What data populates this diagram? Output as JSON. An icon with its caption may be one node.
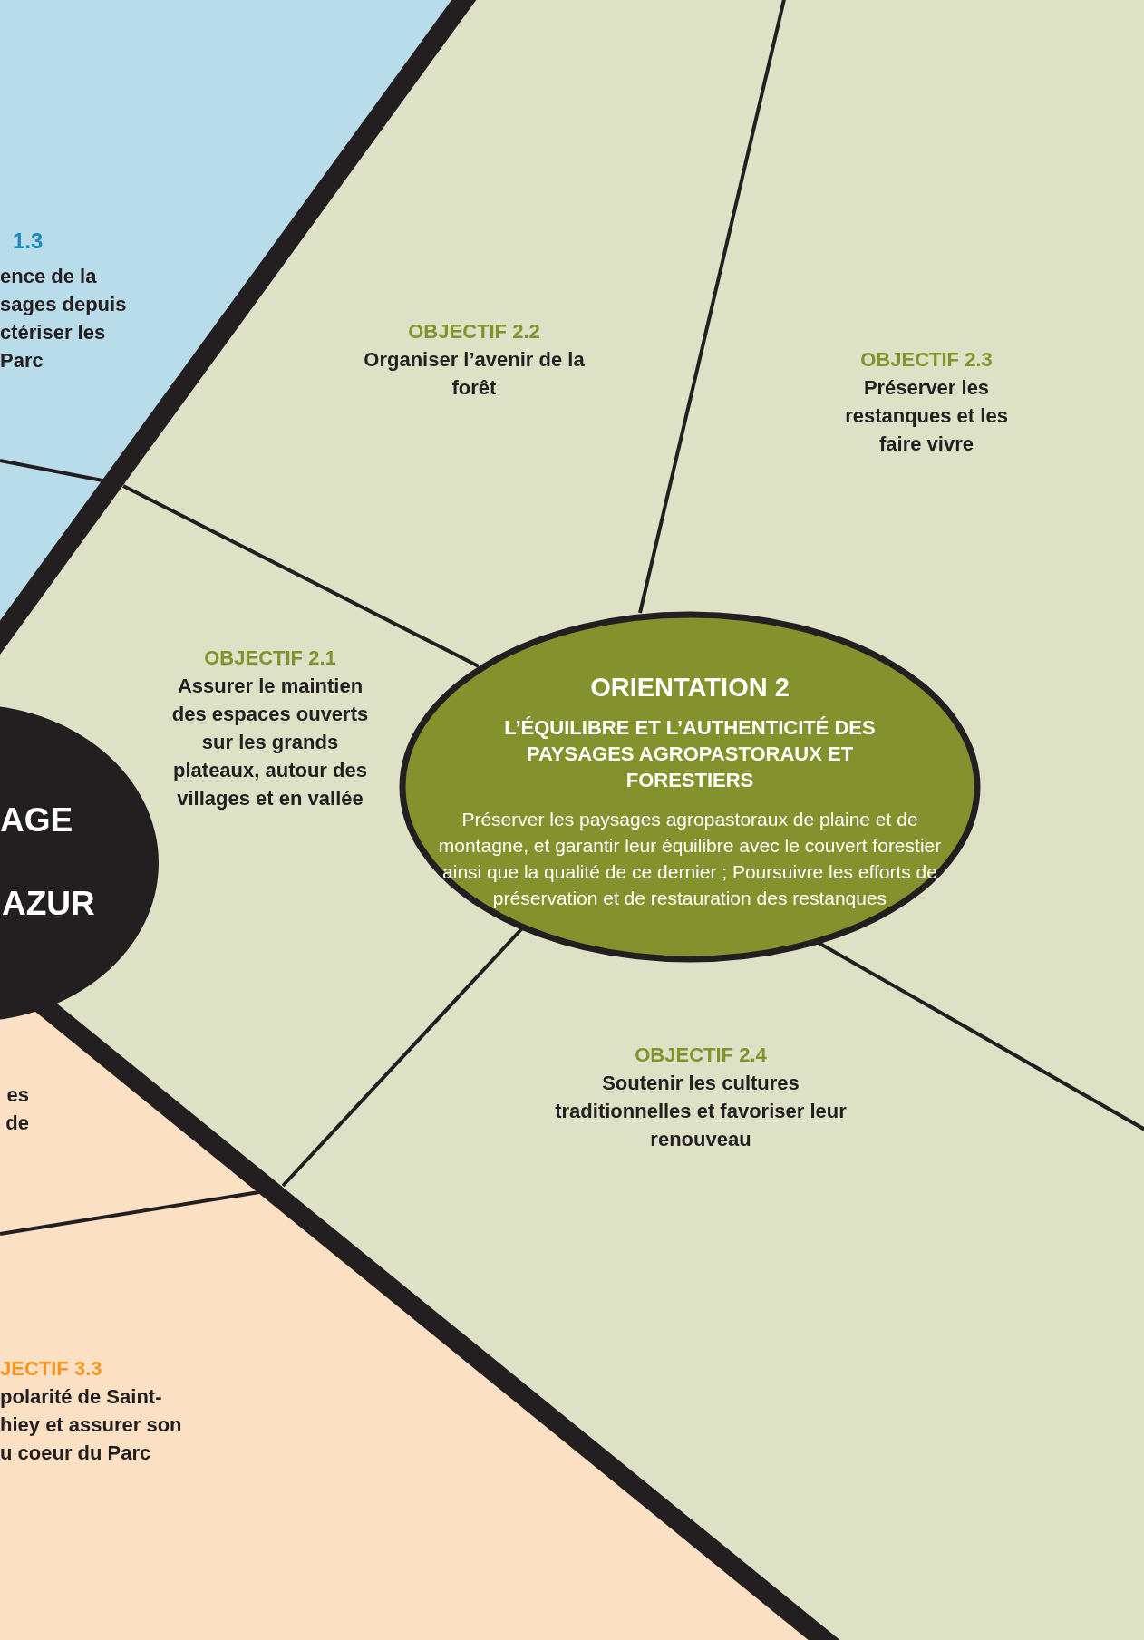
{
  "diagram": {
    "nodes": [
      {
        "text": [
          "1.3",
          "ence de la sages depuis ctériser les Parc"
        ]
      },
      {
        "text": [
          "OBJECTIF 2.2",
          "Organiser l’avenir de la forêt"
        ]
      },
      {
        "text": [
          "OBJECTIF 2.3",
          "Préserver les restanques et les faire vivre"
        ]
      },
      {
        "text": [
          "OBJECTIF 2.1",
          "Assurer le maintien des espaces ouverts sur les grands plateaux, autour des villages et en vallée"
        ]
      },
      {
        "text": [
          "ORIENTATION 2",
          "L’ÉQUILIBRE ET L’AUTHENTICITÉ DES PAYSAGES AGROPASTORAUX ET FORESTIERS",
          "Préserver les paysages agropastoraux de plaine et de montagne, et garantir leur équilibre avec le couvert forestier ainsi que la qualité de ce dernier ; Poursuivre les efforts de préservation et de restauration des restanques"
        ]
      },
      {
        "text": [
          "AGE",
          "AZUR"
        ]
      },
      {
        "text": [
          "OBJECTIF 2.4",
          "Soutenir les cultures traditionnelles et favoriser leur renouveau"
        ]
      },
      {
        "text": [
          "es de",
          "JECTIF 3.3",
          "polarité de Saint- hiey et assurer son u coeur du Parc"
        ]
      }
    ]
  }
}
